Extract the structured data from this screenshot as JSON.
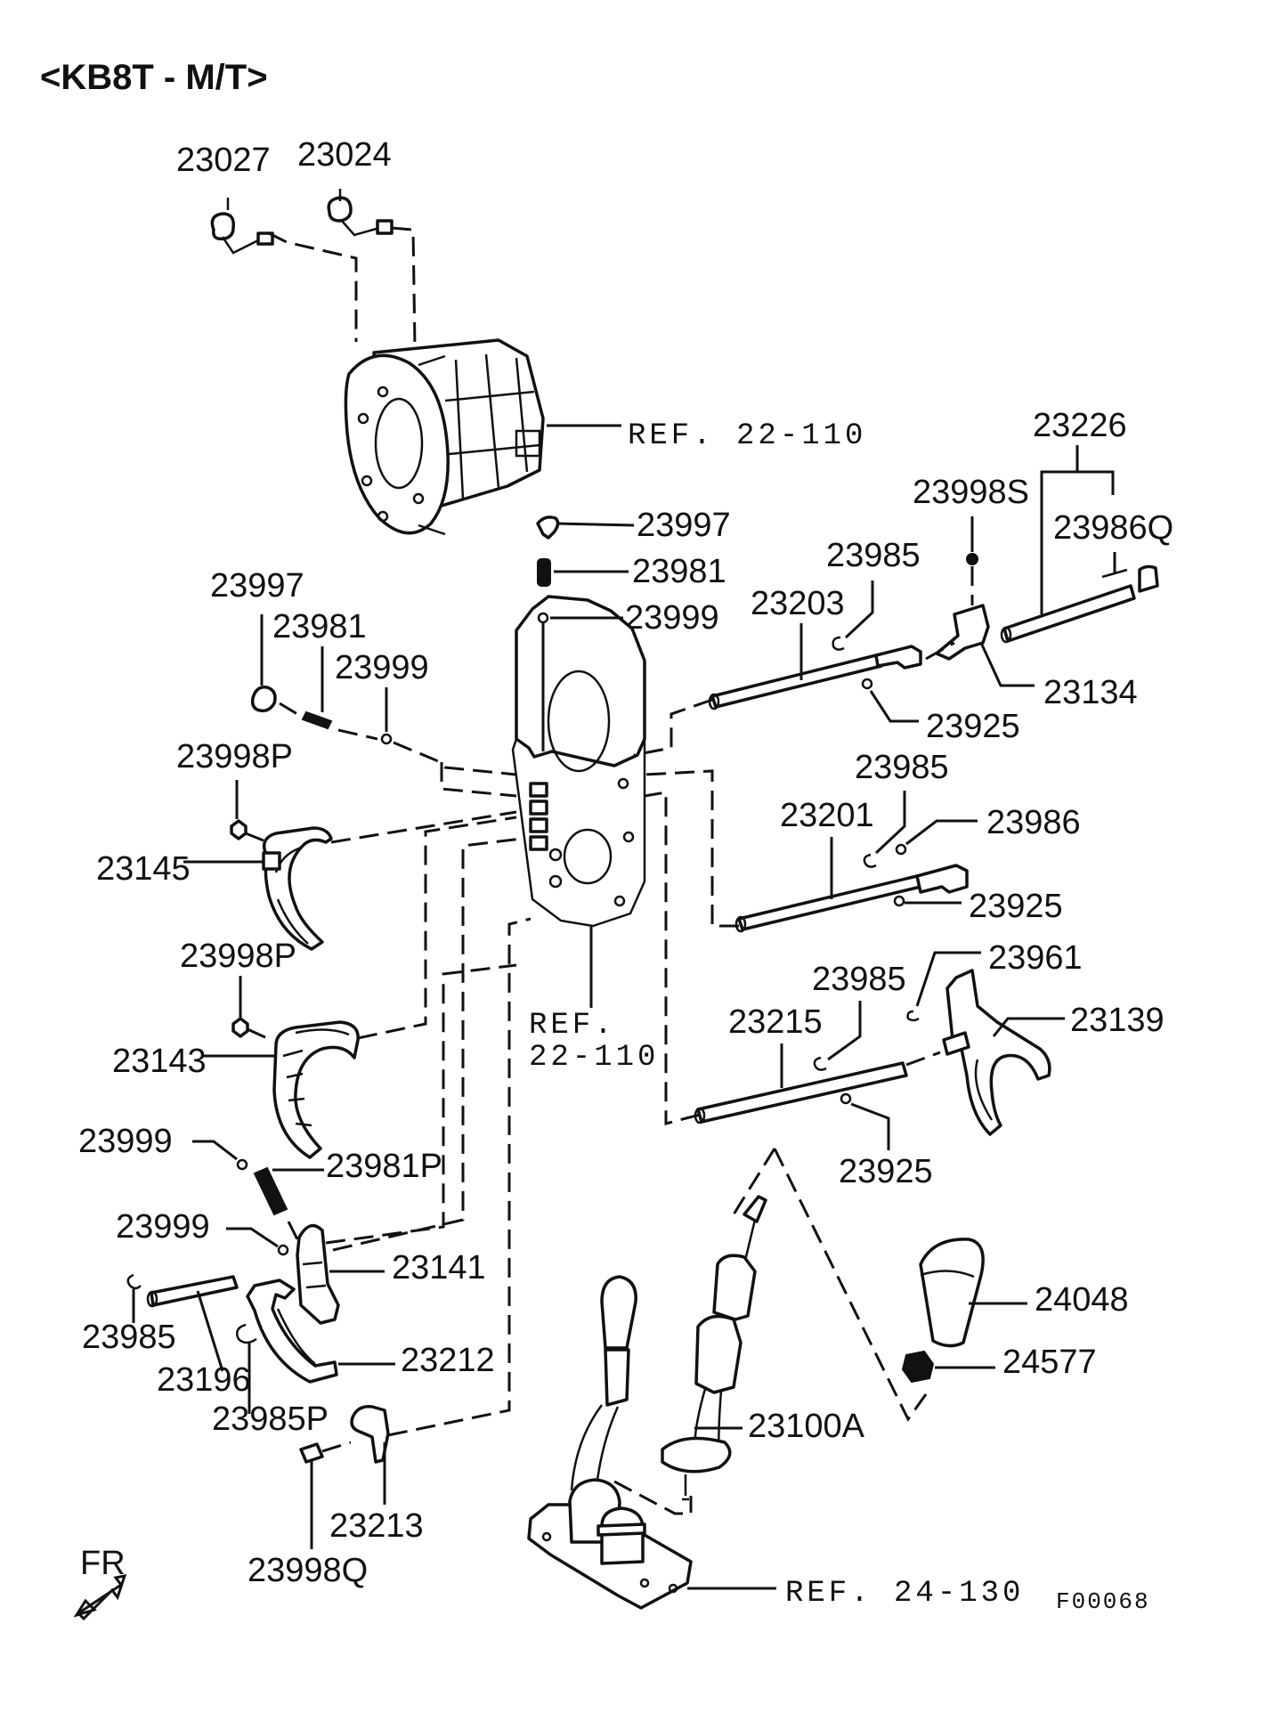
{
  "title": "<KB8T - M/T>",
  "diagram_code": "F00068",
  "orientation_label": "FR",
  "references": {
    "case_top": "REF. 22-110",
    "case_mid_line1": "REF.",
    "case_mid_line2": "22-110",
    "shifter": "REF. 24-130"
  },
  "parts": {
    "p23027": "23027",
    "p23024": "23024",
    "p23226": "23226",
    "p23998S": "23998S",
    "p23986Q": "23986Q",
    "p23997_a": "23997",
    "p23981_a": "23981",
    "p23999_a": "23999",
    "p23985_a": "23985",
    "p23203": "23203",
    "p23134": "23134",
    "p23925_a": "23925",
    "p23997_b": "23997",
    "p23981_b": "23981",
    "p23999_b": "23999",
    "p23998P_a": "23998P",
    "p23145": "23145",
    "p23985_b": "23985",
    "p23201": "23201",
    "p23986": "23986",
    "p23925_b": "23925",
    "p23998P_b": "23998P",
    "p23143": "23143",
    "p23961": "23961",
    "p23985_c": "23985",
    "p23215": "23215",
    "p23139": "23139",
    "p23925_c": "23925",
    "p23999_c": "23999",
    "p23981P": "23981P",
    "p23999_d": "23999",
    "p23141": "23141",
    "p23985_d": "23985",
    "p23196": "23196",
    "p23212": "23212",
    "p23985P": "23985P",
    "p23213": "23213",
    "p23998Q": "23998Q",
    "p24048": "24048",
    "p24577": "24577",
    "p23100A": "23100A"
  }
}
